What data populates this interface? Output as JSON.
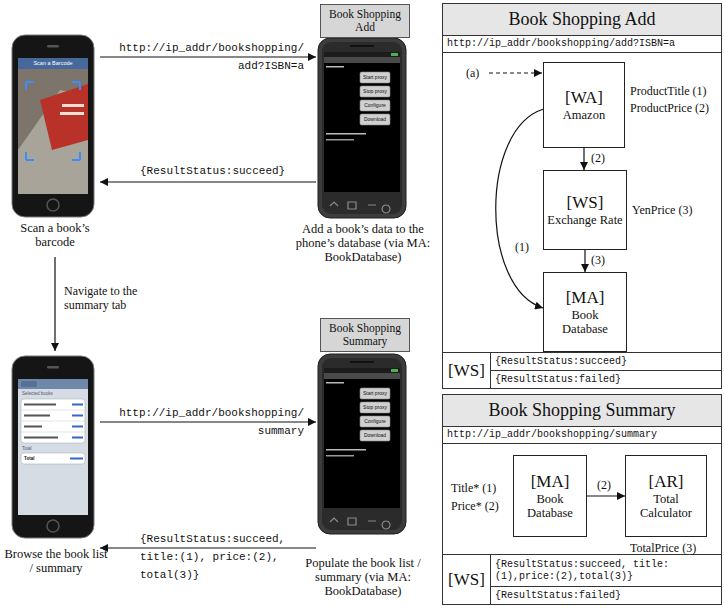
{
  "diagram": {
    "nodes": [
      {
        "text": [
          "Book Shopping Add"
        ]
      },
      {
        "text": [
          "Book Shopping Summary"
        ]
      },
      {
        "text": [
          "Book Shopping Add",
          "http://ip_addr/bookshopping/add?ISBN=a"
        ]
      },
      {
        "text": [
          "[WA]",
          "Amazon"
        ],
        "in": 2
      },
      {
        "text": [
          "[WS]",
          "Exchange Rate"
        ],
        "in": 2
      },
      {
        "text": [
          "[MA]",
          "Book Database"
        ],
        "in": 2
      },
      {
        "text": [
          "[WS]"
        ],
        "in": 2
      },
      {
        "text": [
          "{ResultStatus:succeed}"
        ],
        "in": 2
      },
      {
        "text": [
          "{ResultStatus:failed}"
        ],
        "in": 2
      },
      {
        "text": [
          "Book Shopping Summary",
          "http://ip_addr/bookshopping/summary"
        ]
      },
      {
        "text": [
          "[MA]",
          "Book Database"
        ],
        "in": 9
      },
      {
        "text": [
          "[AR]",
          "Total Calculator"
        ],
        "in": 9
      },
      {
        "text": [
          "[WS]"
        ],
        "in": 9
      },
      {
        "text": [
          "{ResultStatus:succeed, title:(1),price:(2),total(3)}"
        ],
        "in": 9
      },
      {
        "text": [
          "{ResultStatus:failed}"
        ],
        "in": 9
      }
    ],
    "edges": [
      {
        "from": 3,
        "to": 4,
        "label": "(2)",
        "arrow": "to"
      },
      {
        "from": 4,
        "to": 5,
        "label": "(3)",
        "arrow": "to"
      },
      {
        "from": 3,
        "to": 5,
        "label": "(1)",
        "arrow": "to"
      },
      {
        "from": 10,
        "to": 11,
        "label": "(2)",
        "arrow": "to"
      }
    ],
    "labels": [
      "http://ip_addr/bookshopping/add?ISBN=a",
      "{ResultStatus:succeed}",
      "Scan a book’s barcode",
      "Add a book’s data to the phone’s database (via MA: BookDatabase)",
      "Navigate to the summary tab",
      "http://ip_addr/bookshopping/summary",
      "{ResultStatus:succeed, title:(1), price:(2), total(3)}",
      "Browse the book list / summary",
      "Populate the book list / summary (via MA: BookDatabase)",
      "(a)",
      "ProductTitle (1)",
      "ProductPrice (2)",
      "YenPrice (3)",
      "Title* (1)",
      "Price* (2)",
      "TotalPrice (3)",
      "Scan a Barcode",
      "Start proxy",
      "Stop proxy",
      "Configure",
      "Download",
      "Selected books",
      "Total",
      "Total",
      "Start proxy",
      "Stop proxy",
      "Configure",
      "Download"
    ]
  }
}
